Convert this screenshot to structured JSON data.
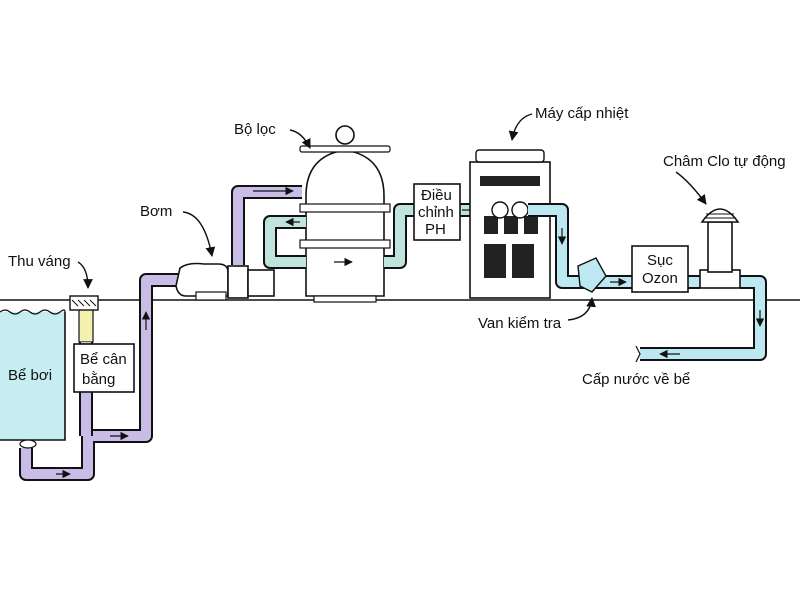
{
  "labels": {
    "pool": "Bể bơi",
    "skimmer": "Thu váng",
    "balance_tank": [
      "Bể cân",
      "bằng"
    ],
    "pump": "Bơm",
    "filter": "Bộ lọc",
    "ph_control": [
      "Điều",
      "chỉnh",
      "PH"
    ],
    "heater": "Máy cấp nhiệt",
    "ozone": [
      "Sục",
      "Ozon"
    ],
    "auto_chlorinator": "Châm Clo tự động",
    "check_valve": "Van kiểm tra",
    "water_return": "Cấp nước về bể"
  },
  "colors": {
    "pool_water": "#c6eef2",
    "suction_pipe": "#c9bce6",
    "filtered_pipe": "#bfe3dd",
    "return_pipe": "#bde8f2",
    "skimmer_insert": "#f3f0b0",
    "outline": "#111111"
  }
}
